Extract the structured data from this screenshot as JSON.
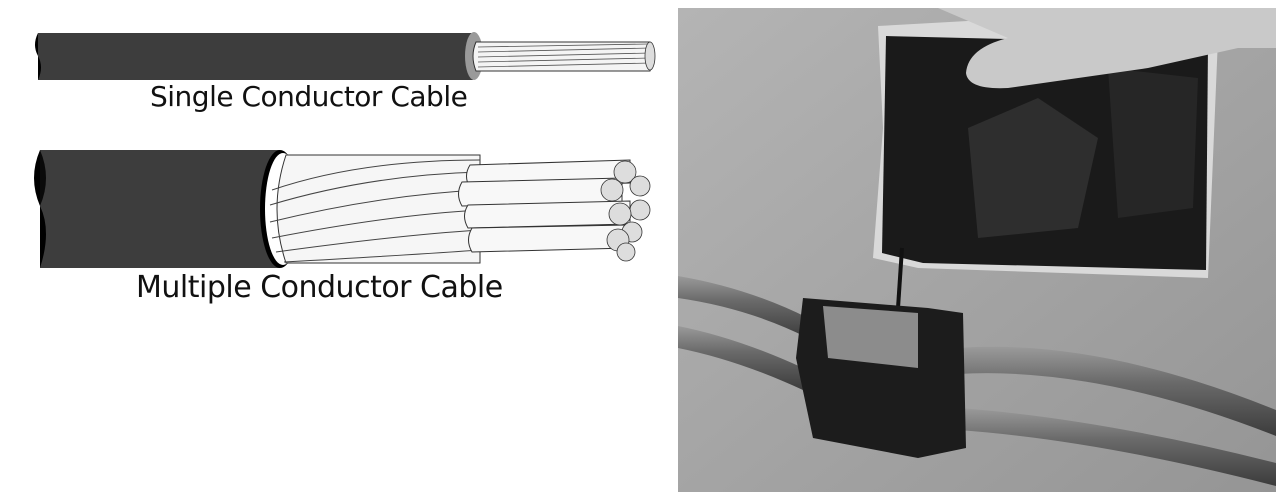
{
  "left_panel": {
    "single_caption": "Single Conductor Cable",
    "multi_caption": "Multiple Conductor Cable",
    "colors": {
      "jacket": "#3d3d3d",
      "strands": "#f2f2f2",
      "outline": "#222222"
    }
  },
  "right_panel": {
    "description": "Black-and-white photo of a hand pouring dark resin from a pouch into a splice mold on two cables",
    "colors": {
      "background": "#a3a3a3",
      "resin": "#161616",
      "cable": "#6e6e6e"
    }
  }
}
